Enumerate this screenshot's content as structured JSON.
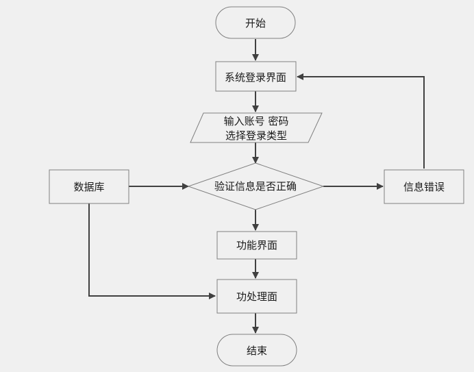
{
  "nodes": {
    "start": "开始",
    "login_page": "系统登录界面",
    "input_line1": "输入账号 密码",
    "input_line2": "选择登录类型",
    "verify": "验证信息是否正确",
    "database": "数据库",
    "info_error": "信息错误",
    "function_page": "功能界面",
    "function_process": "功处理面",
    "end": "结束"
  },
  "colors": {
    "background": "#f0f0f0",
    "border": "#7f7f7f",
    "arrow": "#404040",
    "text": "#1a1a1a"
  }
}
